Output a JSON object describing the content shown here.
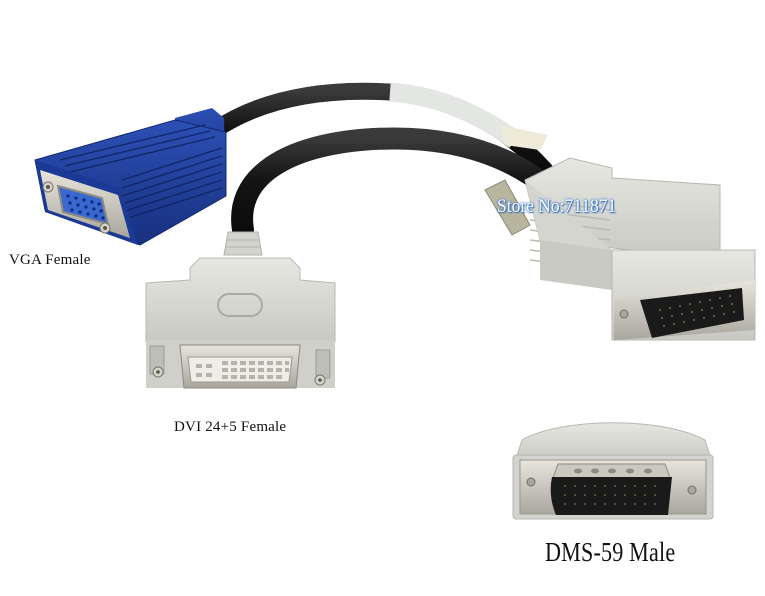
{
  "image": {
    "subject": "DMS-59 to VGA and DVI Y-splitter cable adapter",
    "background_color": "#ffffff"
  },
  "labels": {
    "vga": "VGA Female",
    "dvi": "DVI 24+5 Female",
    "dms": "DMS-59 Male"
  },
  "watermark": {
    "text": "Store No:711871",
    "outline_color": "#3a78c8"
  },
  "colors": {
    "vga_shell": "#1f3f9c",
    "vga_shell_dark": "#15296b",
    "connector_gray": "#d9dad4",
    "connector_gray_dark": "#b7b8b1",
    "cable_black": "#1c1c1c",
    "metal": "#c9c7bd",
    "pin_block": "#1a1a1a",
    "label_sleeve": "#e3e6e2"
  }
}
